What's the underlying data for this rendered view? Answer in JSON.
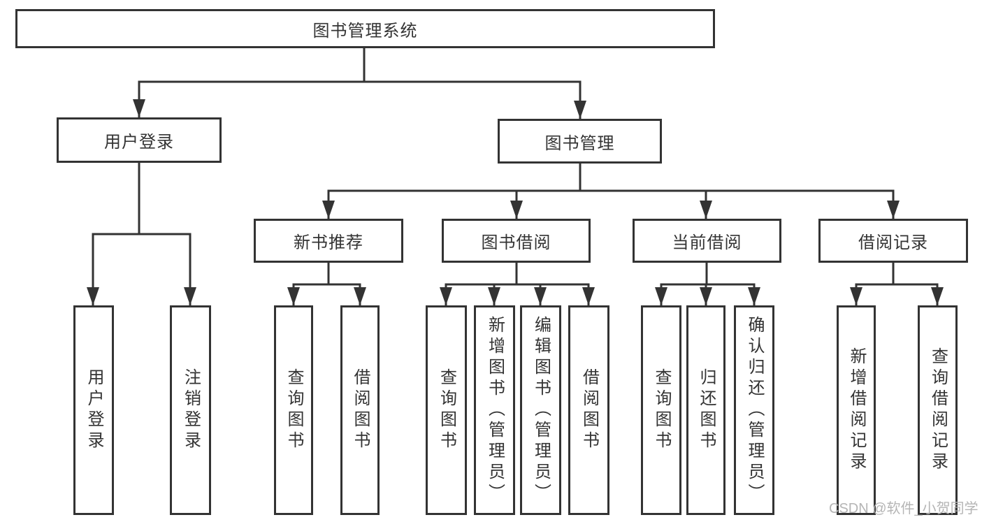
{
  "watermark": "CSDN @软件_小贺同学",
  "colors": {
    "line": "#333333",
    "text": "#333333",
    "background": "#ffffff",
    "watermark": "#b5b5b5"
  },
  "nodes": {
    "root": "图书管理系统",
    "level2": [
      "用户登录",
      "图书管理"
    ],
    "level3": [
      "新书推荐",
      "图书借阅",
      "当前借阅",
      "借阅记录"
    ],
    "leaves": {
      "user_login": [
        "用户登录",
        "注销登录"
      ],
      "new_books": [
        "查询图书",
        "借阅图书"
      ],
      "book_borrow": [
        "查询图书",
        "新增图书（管理员）",
        "编辑图书（管理员）",
        "借阅图书"
      ],
      "current_borrow": [
        "查询图书",
        "归还图书",
        "确认归还（管理员）"
      ],
      "borrow_records": [
        "新增借阅记录",
        "查询借阅记录"
      ]
    }
  }
}
